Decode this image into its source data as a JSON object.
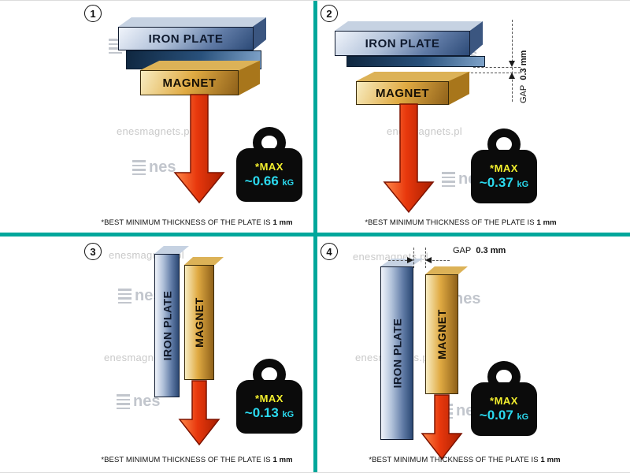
{
  "watermark": {
    "site": "enesmagnets.pl",
    "logo_suffix": "nes"
  },
  "caption": {
    "prefix": "*BEST MINIMUM THICKNESS OF THE PLATE IS",
    "bold": "1 mm"
  },
  "gap": {
    "label": "GAP",
    "value": "0.3 mm"
  },
  "panels": [
    {
      "number": "1",
      "plate": "IRON PLATE",
      "magnet": "MAGNET",
      "max": "*MAX",
      "value": "~0.66",
      "unit": "kG"
    },
    {
      "number": "2",
      "plate": "IRON PLATE",
      "magnet": "MAGNET",
      "max": "*MAX",
      "value": "~0.37",
      "unit": "kG"
    },
    {
      "number": "3",
      "plate": "IRON PLATE",
      "magnet": "MAGNET",
      "max": "*MAX",
      "value": "~0.13",
      "unit": "kG"
    },
    {
      "number": "4",
      "plate": "IRON PLATE",
      "magnet": "MAGNET",
      "max": "*MAX",
      "value": "~0.07",
      "unit": "kG"
    }
  ],
  "colors": {
    "divider": "#00a79b",
    "max_text": "#f2ee2e",
    "value_text": "#2bd9ee",
    "arrow": "#e8380d"
  }
}
